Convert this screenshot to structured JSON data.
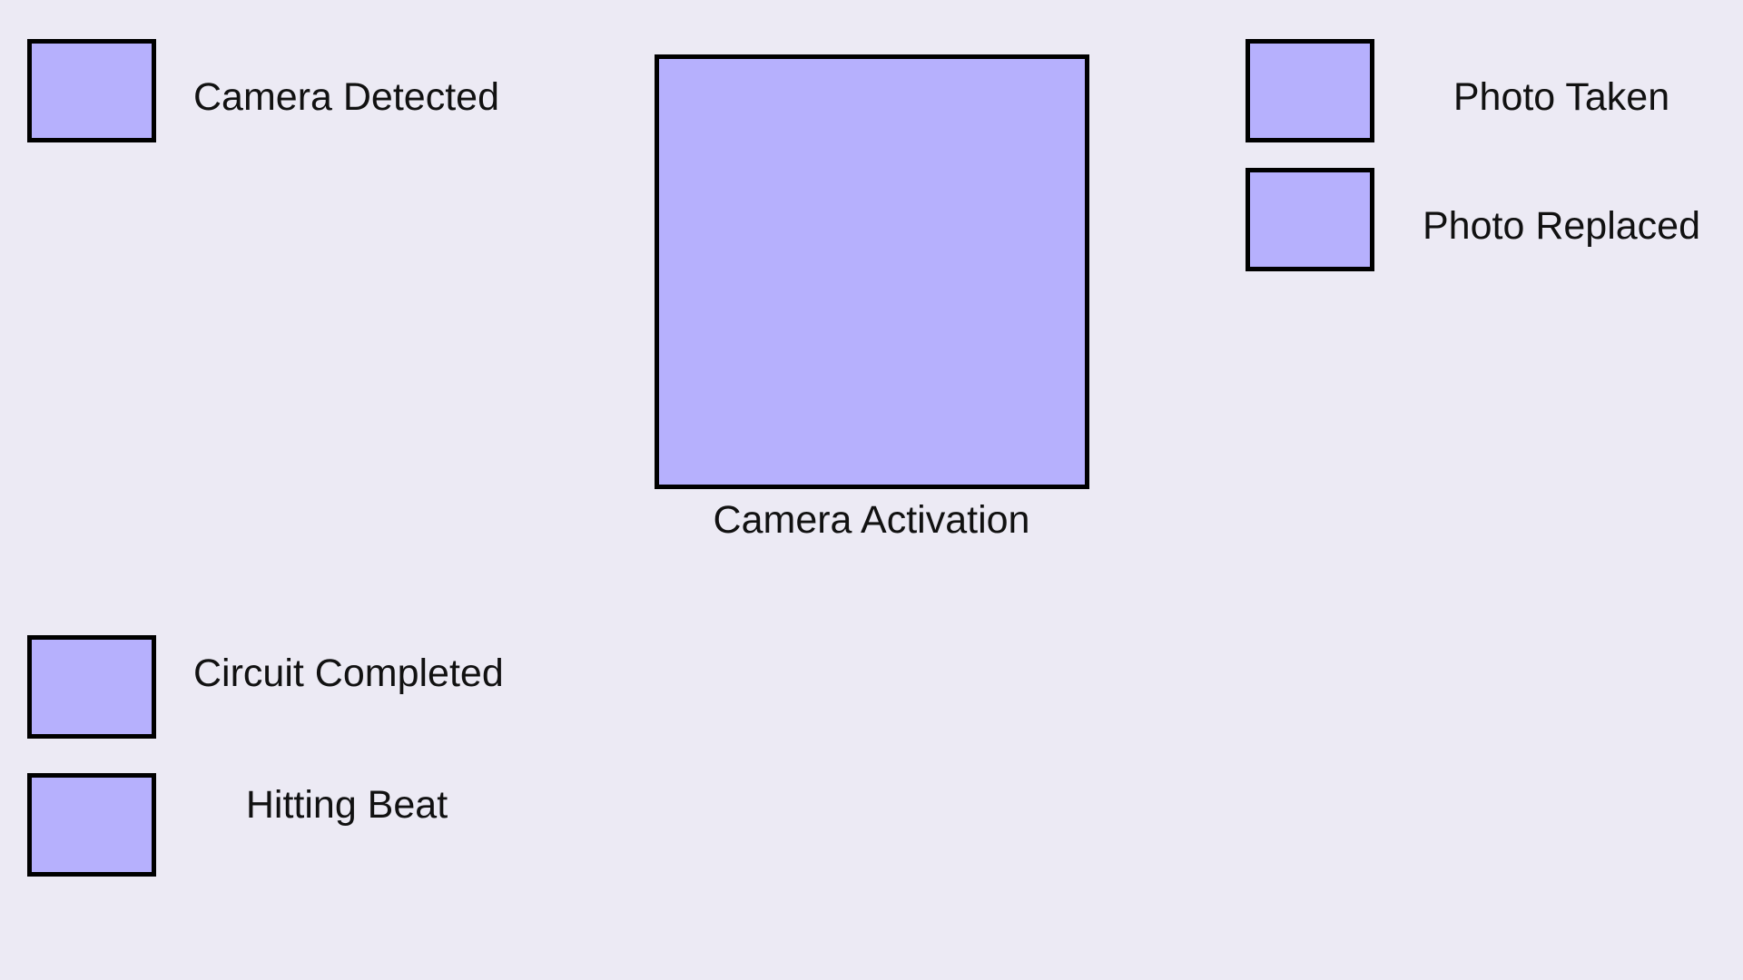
{
  "indicators": {
    "camera_detected": {
      "label": "Camera Detected"
    },
    "camera_activation": {
      "label": "Camera Activation"
    },
    "photo_taken": {
      "label": "Photo Taken"
    },
    "photo_replaced": {
      "label": "Photo Replaced"
    },
    "circuit_completed": {
      "label": "Circuit Completed"
    },
    "hitting_beat": {
      "label": "Hitting Beat"
    }
  },
  "colors": {
    "background": "#eceaf4",
    "indicator_fill": "#b6b0fd",
    "indicator_border": "#000000"
  }
}
